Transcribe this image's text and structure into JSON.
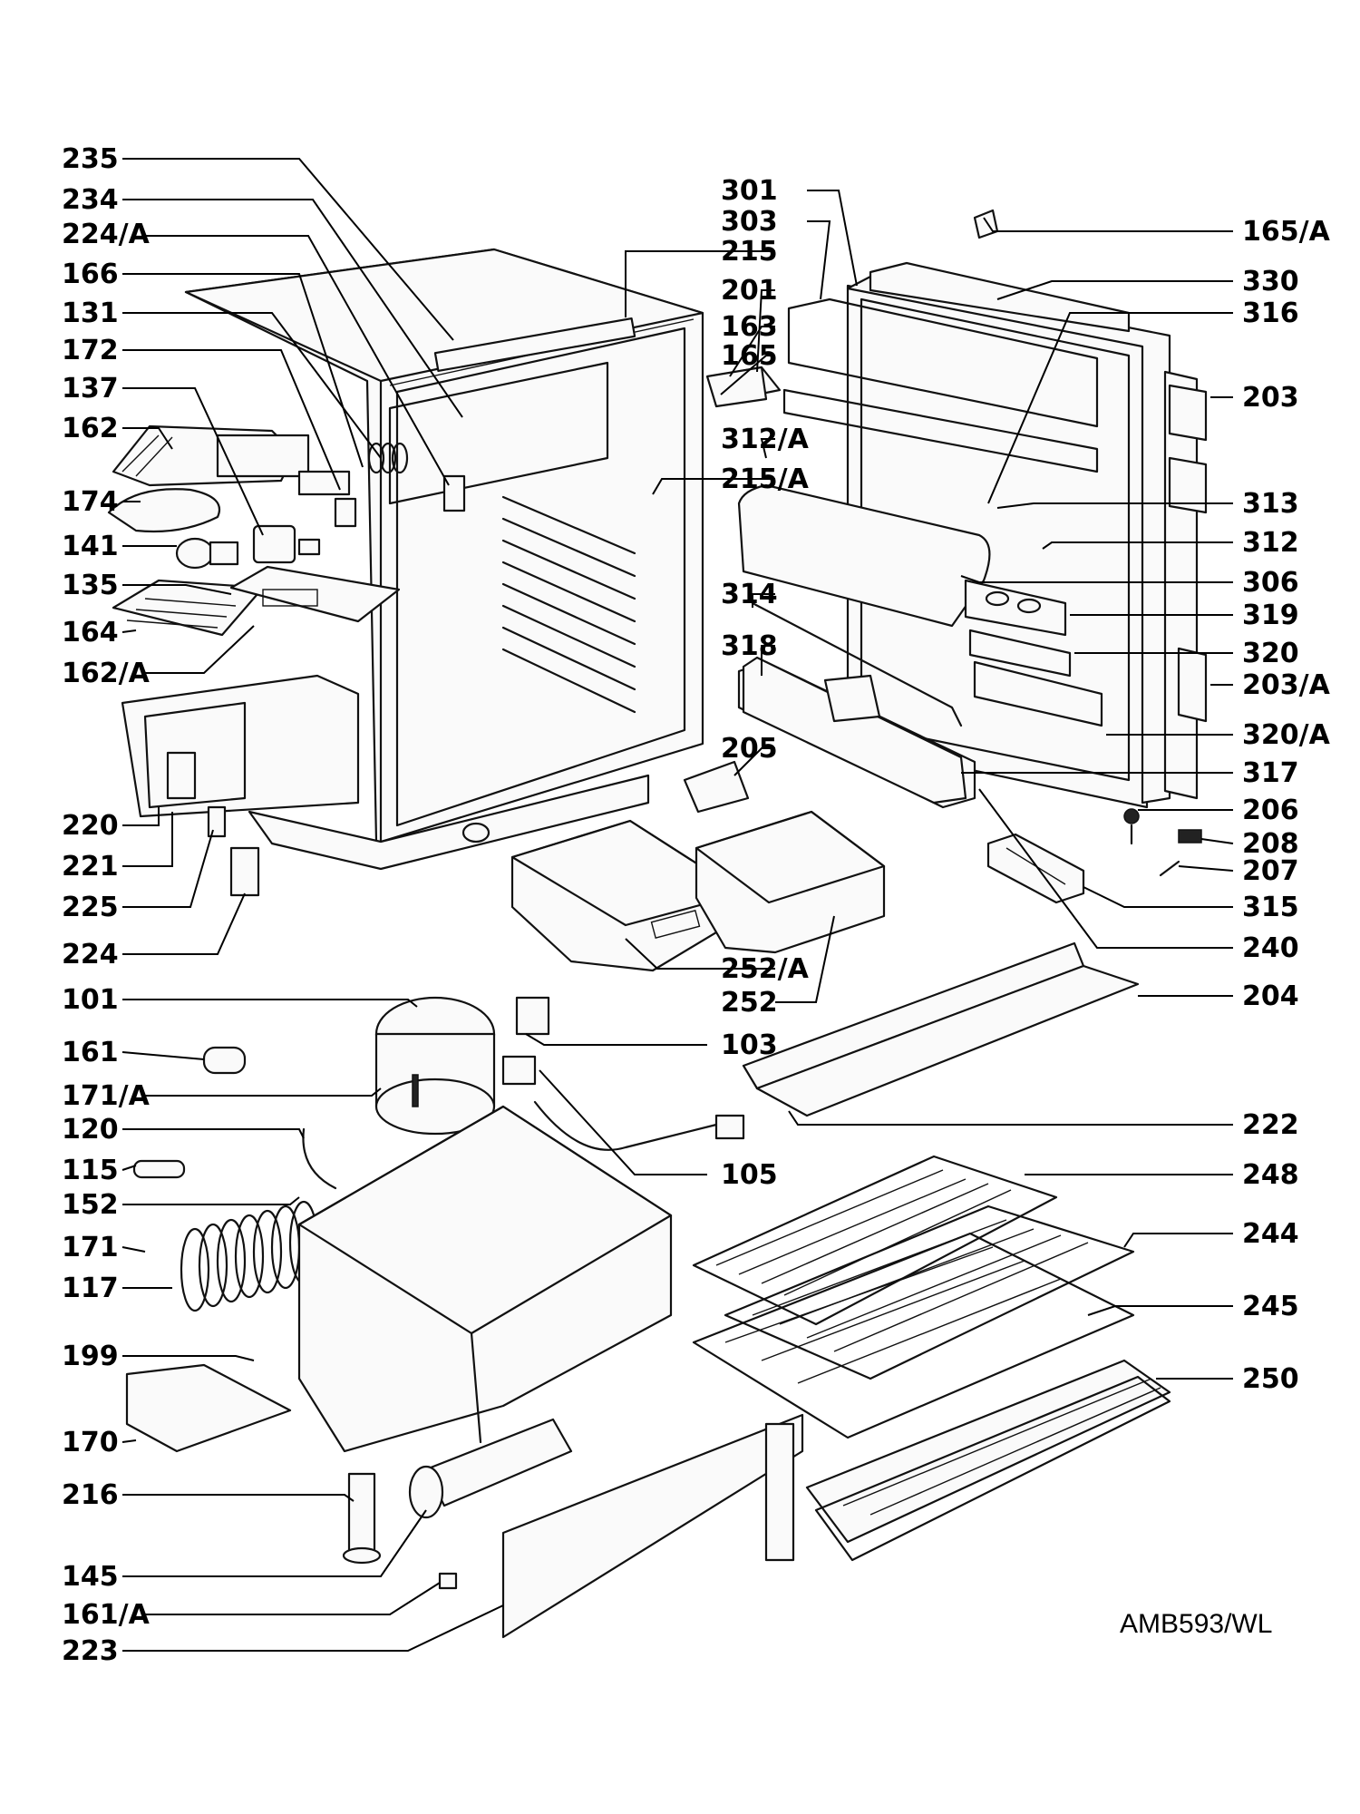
{
  "drawing_code": "AMB593/WL",
  "labels_left": [
    "235",
    "234",
    "224/A",
    "166",
    "131",
    "172",
    "137",
    "162",
    "174",
    "141",
    "135",
    "164",
    "162/A",
    "220",
    "221",
    "225",
    "224",
    "101",
    "161",
    "171/A",
    "120",
    "115",
    "152",
    "171",
    "117",
    "199",
    "170",
    "216",
    "145",
    "161/A",
    "223"
  ],
  "labels_right": [
    "165/A",
    "330",
    "316",
    "203",
    "313",
    "312",
    "306",
    "319",
    "320",
    "203/A",
    "320/A",
    "317",
    "206",
    "208",
    "207",
    "315",
    "240",
    "204",
    "222",
    "248",
    "244",
    "245",
    "250"
  ],
  "labels_center": [
    "301",
    "303",
    "215",
    "201",
    "163",
    "165",
    "312/A",
    "215/A",
    "314",
    "318",
    "205",
    "252/A",
    "252",
    "103",
    "105"
  ]
}
